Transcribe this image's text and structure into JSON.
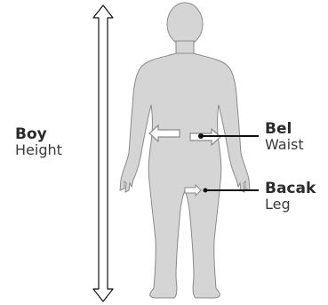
{
  "labels": {
    "height": {
      "primary": "Boy",
      "secondary": "Height"
    },
    "waist": {
      "primary": "Bel",
      "secondary": "Waist"
    },
    "leg": {
      "primary": "Bacak",
      "secondary": "Leg"
    }
  },
  "colors": {
    "body_fill": "#d5d5d5",
    "body_stroke": "#8a8a8a",
    "line": "#111111",
    "text": "#2b2b2b"
  },
  "icons": {
    "height_arrow": "double-headed-vertical-arrow",
    "waist_marker": "circular-measure-arrows",
    "leg_marker": "circular-measure-arrows"
  }
}
